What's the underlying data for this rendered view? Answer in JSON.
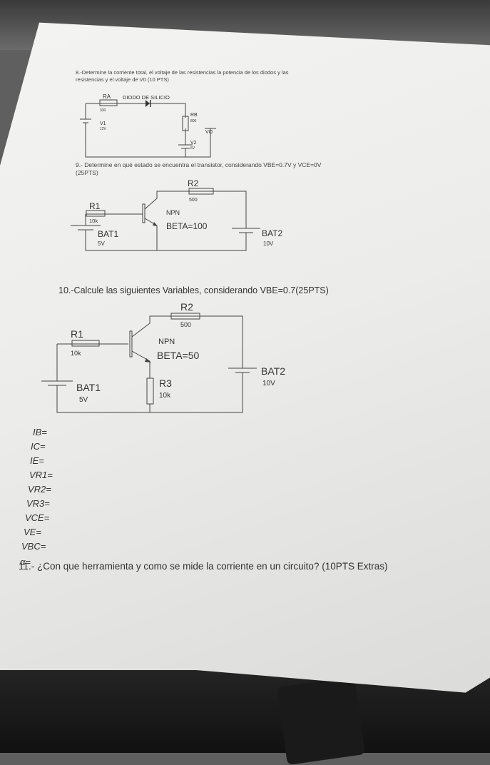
{
  "q8": {
    "text_line1": "8.-Determine la corriente total, el voltaje de las resistencias la potencia de los diodos y las",
    "text_line2": "resistencias y el voltaje de V0 (10 PTS)",
    "ra": "RA",
    "ra_val": "330",
    "diode": "DIODO DE SILICIO",
    "rb": "RB",
    "rb_val": "800",
    "v1": "V1",
    "v1_val": "12V",
    "vo": "VO",
    "v2": "V2",
    "v2_val": "6V"
  },
  "q9": {
    "text_line1": "9.- Determine en qué estado se encuentra el transistor, considerando VBE=0.7V y VCE=0V",
    "text_line2": "(25PTS)",
    "r2": "R2",
    "r2_val": "500",
    "r1": "R1",
    "r1_val": "10k",
    "npn": "NPN",
    "beta": "BETA=100",
    "bat1": "BAT1",
    "bat1_val": "5V",
    "bat2": "BAT2",
    "bat2_val": "10V"
  },
  "q10": {
    "text": "10.-Calcule las siguientes Variables, considerando VBE=0.7(25PTS)",
    "r2": "R2",
    "r2_val": "500",
    "r1": "R1",
    "r1_val": "10k",
    "npn": "NPN",
    "beta": "BETA=50",
    "bat1": "BAT1",
    "bat1_val": "5V",
    "r3": "R3",
    "r3_val": "10k",
    "bat2": "BAT2",
    "bat2_val": "10V",
    "variables": [
      "IB=",
      "IC=",
      "IE=",
      "VR1=",
      "VR2=",
      "VR3=",
      "VCE=",
      "VE=",
      "VBC=",
      "α="
    ]
  },
  "q11": {
    "text": "11.- ¿Con que herramienta y como se mide la corriente en un circuito? (10PTS Extras)"
  }
}
